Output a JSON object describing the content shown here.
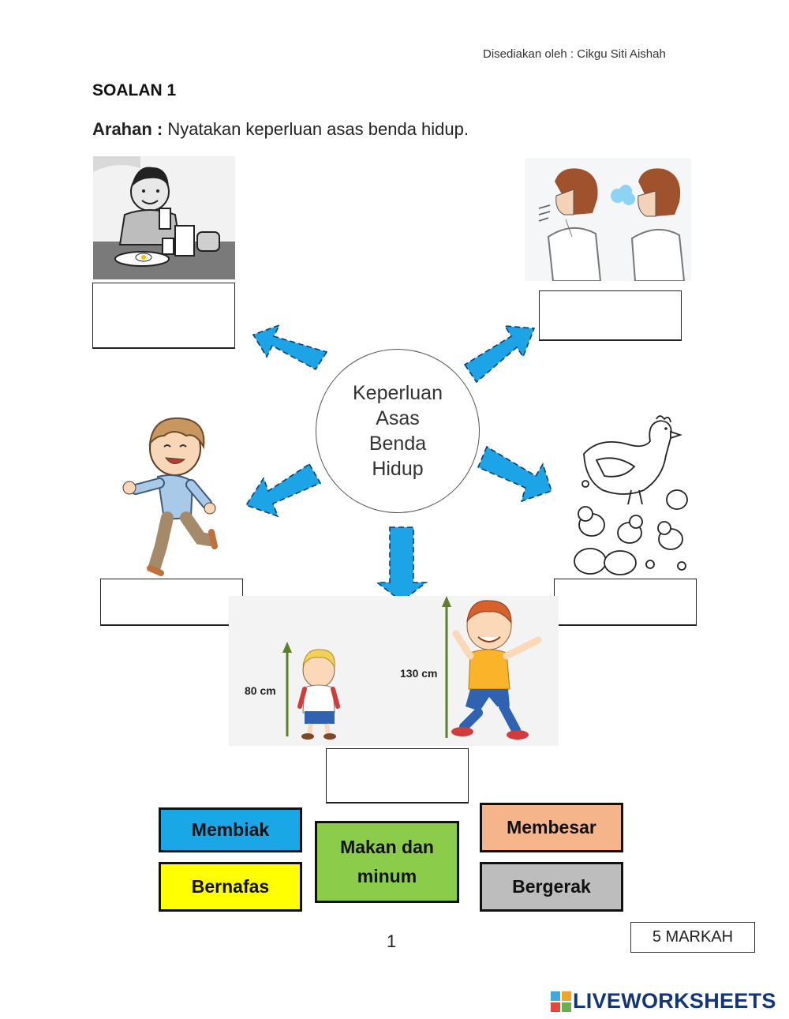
{
  "header": {
    "author": "Disediakan oleh : Cikgu Siti Aishah",
    "question_title": "SOALAN 1",
    "instruction_label": "Arahan :",
    "instruction_text": "Nyatakan keperluan asas benda hidup."
  },
  "center": {
    "lines": [
      "Keperluan",
      "Asas",
      "Benda",
      "Hidup"
    ]
  },
  "growth_picture": {
    "label_small": "80 cm",
    "label_tall": "130 cm"
  },
  "options": [
    {
      "label": "Membiak",
      "color": "#1aa7e6"
    },
    {
      "label": "Makan dan minum",
      "color": "#8ccc4b"
    },
    {
      "label": "Membesar",
      "color": "#f6b48a"
    },
    {
      "label": "Bernafas",
      "color": "#ffff00"
    },
    {
      "label": "Bergerak",
      "color": "#bdbdbd"
    }
  ],
  "footer": {
    "page_number": "1",
    "marks": "5 MARKAH",
    "brand": "LIVEWORKSHEETS"
  },
  "colors": {
    "arrow": "#1ca4e6",
    "brand": "#14357a"
  }
}
